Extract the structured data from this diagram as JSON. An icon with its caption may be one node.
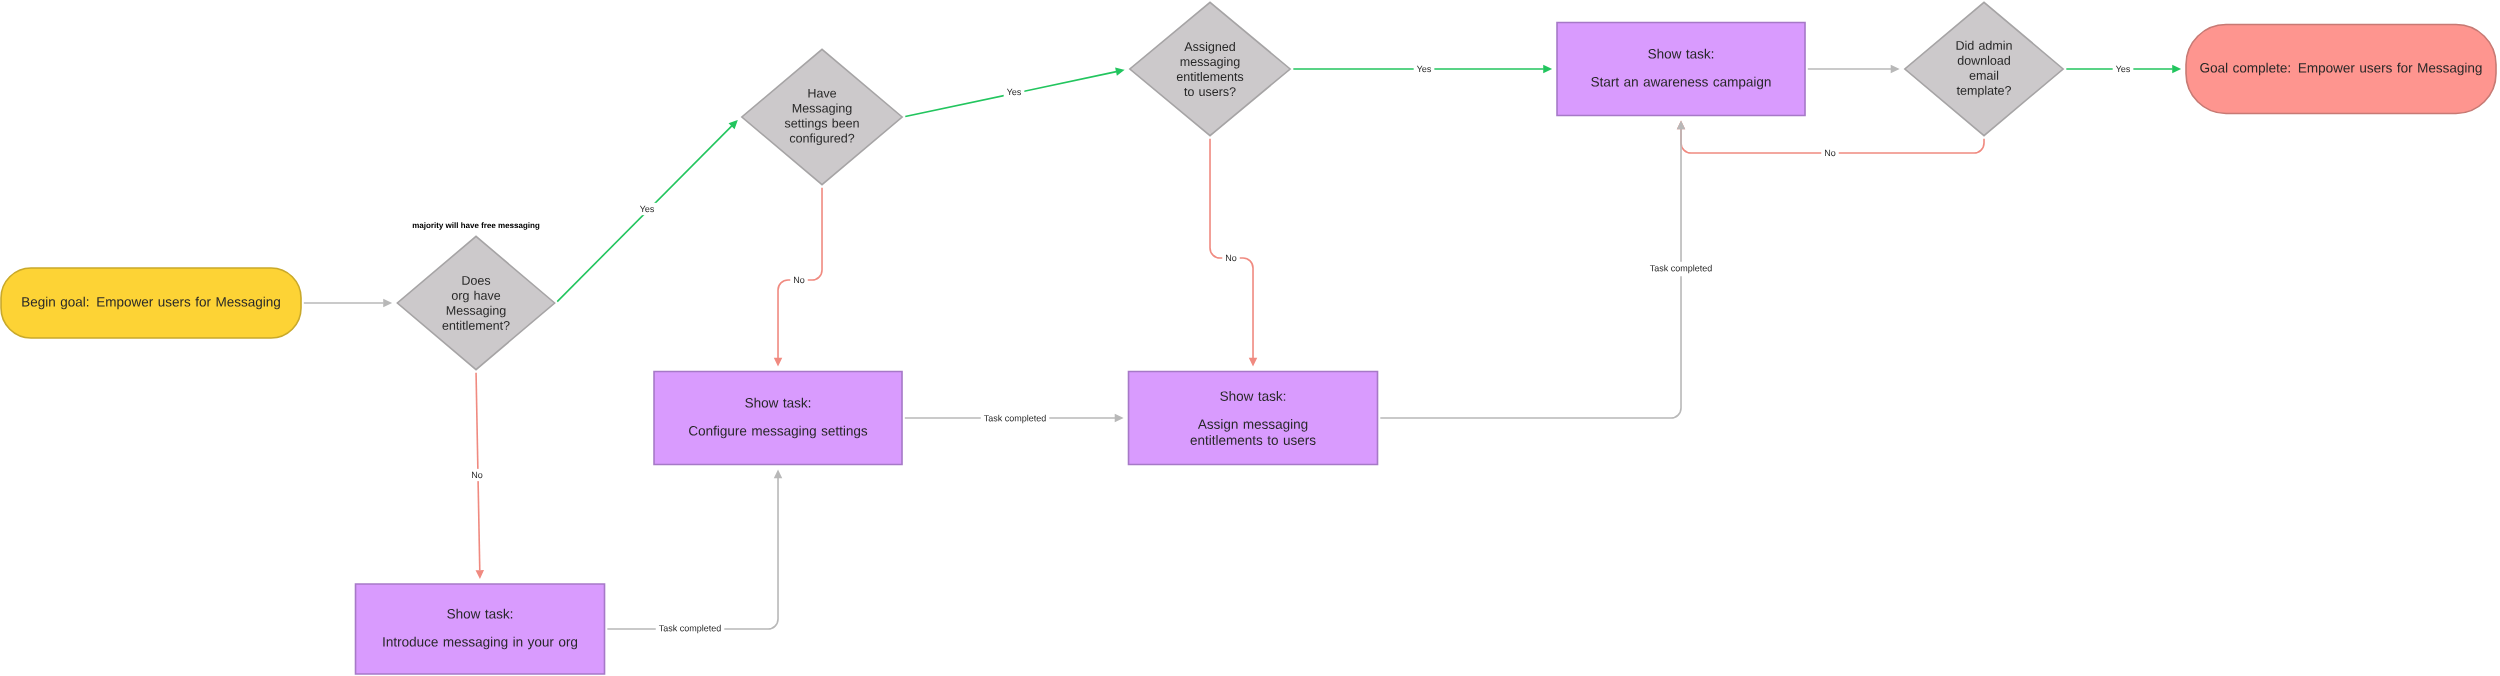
{
  "diagram": {
    "nodes": [
      {
        "text": [
          "Begin goal: Empower users for Messaging"
        ]
      },
      {
        "text": [
          "Does org have Messaging entitlement?"
        ],
        "beside": [
          "majority will have free messaging"
        ]
      },
      {
        "text": [
          "Have Messaging settings been configured?"
        ]
      },
      {
        "text": [
          "Assigned messaging entitlements to users?"
        ]
      },
      {
        "text": [
          "Show task:",
          "Start an awareness campaign"
        ]
      },
      {
        "text": [
          "Did admin download email template?"
        ]
      },
      {
        "text": [
          "Goal complete: Empower users for Messaging"
        ]
      },
      {
        "text": [
          "Show task:",
          "Configure messaging settings"
        ]
      },
      {
        "text": [
          "Show task:",
          "Assign messaging entitlements to users"
        ]
      },
      {
        "text": [
          "Show task:",
          "Introduce messaging in your org"
        ]
      }
    ],
    "edges": [
      {
        "from": 0,
        "to": 1,
        "arrow": "to"
      },
      {
        "from": 1,
        "to": 2,
        "arrow": "to",
        "label": "Yes",
        "color": "#22c55e"
      },
      {
        "from": 1,
        "to": 9,
        "arrow": "to",
        "label": "No",
        "color": "#f08a80"
      },
      {
        "from": 2,
        "to": 3,
        "arrow": "to",
        "label": "Yes",
        "color": "#22c55e"
      },
      {
        "from": 2,
        "to": 7,
        "arrow": "to",
        "label": "No",
        "color": "#f08a80"
      },
      {
        "from": 3,
        "to": 4,
        "arrow": "to",
        "label": "Yes",
        "color": "#22c55e"
      },
      {
        "from": 3,
        "to": 8,
        "arrow": "to",
        "label": "No",
        "color": "#f08a80"
      },
      {
        "from": 4,
        "to": 5,
        "arrow": "to"
      },
      {
        "from": 5,
        "to": 6,
        "arrow": "to",
        "label": "Yes",
        "color": "#22c55e"
      },
      {
        "from": 5,
        "to": 4,
        "arrow": "to",
        "label": "No",
        "color": "#f08a80"
      },
      {
        "from": 7,
        "to": 8,
        "arrow": "to",
        "label": "Task completed"
      },
      {
        "from": 9,
        "to": 7,
        "arrow": "to",
        "label": "Task completed"
      },
      {
        "from": 8,
        "to": 4,
        "arrow": "to",
        "label": "Task completed"
      }
    ]
  }
}
